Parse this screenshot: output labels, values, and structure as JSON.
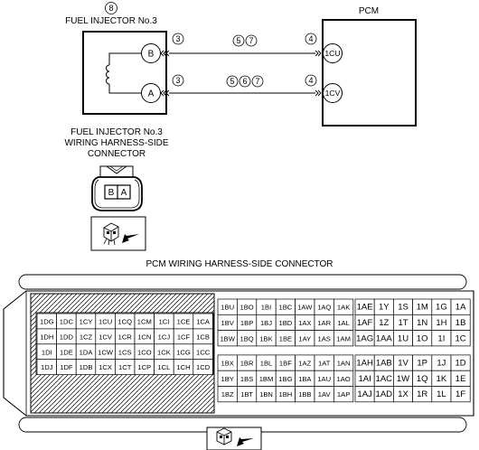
{
  "injector": {
    "ref_number": "8",
    "title": "FUEL INJECTOR No.3",
    "terminals": [
      {
        "label": "B",
        "circle_number": "3"
      },
      {
        "label": "A",
        "circle_number": "3"
      }
    ],
    "connector_title_lines": [
      "FUEL INJECTOR No.3",
      "WIRING HARNESS-SIDE",
      "CONNECTOR"
    ],
    "connector_cells": [
      "B",
      "A"
    ]
  },
  "pcm": {
    "title": "PCM",
    "terminals": [
      {
        "label": "1CU",
        "circle_number": "4"
      },
      {
        "label": "1CV",
        "circle_number": "4"
      }
    ],
    "connector_title": "PCM WIRING HARNESS-SIDE CONNECTOR"
  },
  "wires": [
    {
      "notes": [
        "5",
        "7"
      ]
    },
    {
      "notes": [
        "5",
        "6",
        "7"
      ]
    }
  ],
  "pcm_connector": {
    "left_block": [
      [
        "1DG",
        "1DC",
        "1CY",
        "1CU",
        "1CQ",
        "1CM",
        "1CI",
        "1CE",
        "1CA"
      ],
      [
        "1DH",
        "1DD",
        "1CZ",
        "1CV",
        "1CR",
        "1CN",
        "1CJ",
        "1CF",
        "1CB"
      ],
      [
        "1DI",
        "1DE",
        "1DA",
        "1CW",
        "1CS",
        "1CO",
        "1CK",
        "1CG",
        "1CC"
      ],
      [
        "1DJ",
        "1DF",
        "1DB",
        "1CX",
        "1CT",
        "1CP",
        "1CL",
        "1CH",
        "1CD"
      ]
    ],
    "middle_block": [
      [
        "1BU",
        "1BO",
        "1BI",
        "1BC",
        "1AW",
        "1AQ",
        "1AK"
      ],
      [
        "1BV",
        "1BP",
        "1BJ",
        "1BD",
        "1AX",
        "1AR",
        "1AL"
      ],
      [
        "1BW",
        "1BQ",
        "1BK",
        "1BE",
        "1AY",
        "1AS",
        "1AM"
      ],
      [
        "1BX",
        "1BR",
        "1BL",
        "1BF",
        "1AZ",
        "1AT",
        "1AN"
      ],
      [
        "1BY",
        "1BS",
        "1BM",
        "1BG",
        "1BA",
        "1AU",
        "1AO"
      ],
      [
        "1BZ",
        "1BT",
        "1BN",
        "1BH",
        "1BB",
        "1AV",
        "1AP"
      ]
    ],
    "right_block": [
      [
        "1AE",
        "1Y",
        "1S",
        "1M",
        "1G",
        "1A"
      ],
      [
        "1AF",
        "1Z",
        "1T",
        "1N",
        "1H",
        "1B"
      ],
      [
        "1AG",
        "1AA",
        "1U",
        "1O",
        "1I",
        "1C"
      ],
      [
        "1AH",
        "1AB",
        "1V",
        "1P",
        "1J",
        "1D"
      ],
      [
        "1AI",
        "1AC",
        "1W",
        "1Q",
        "1K",
        "1E"
      ],
      [
        "1AJ",
        "1AD",
        "1X",
        "1R",
        "1L",
        "1F"
      ]
    ]
  }
}
